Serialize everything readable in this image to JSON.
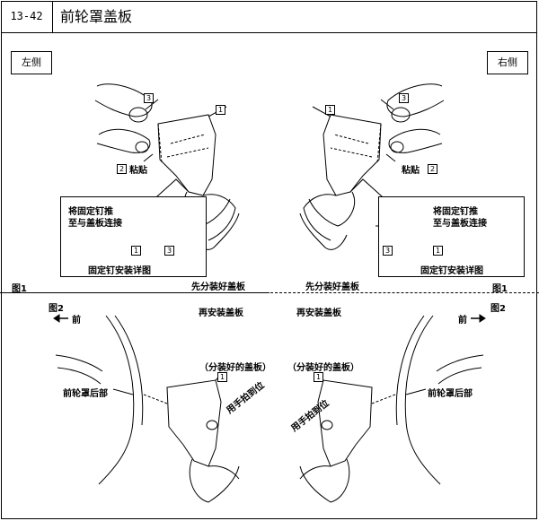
{
  "header": {
    "section_number": "13-42",
    "title": "前轮罩盖板"
  },
  "sides": {
    "left": "左侧",
    "right": "右侧"
  },
  "figure1": {
    "label": "图1",
    "paste_label": "粘贴",
    "detail_text_line1": "将固定钉推",
    "detail_text_line2": "至与盖板连接",
    "detail_caption": "固定钉安装详图",
    "step_caption": "先分装好盖板",
    "callouts": [
      "1",
      "2",
      "3"
    ]
  },
  "figure2": {
    "label": "图2",
    "front_label": "前",
    "step_caption": "再安装盖板",
    "subassembled_label": "（分装好的盖板）",
    "rear_label": "前轮罩后部",
    "tap_label": "用手拍到位",
    "callouts": [
      "1"
    ]
  },
  "colors": {
    "line": "#000000",
    "background": "#ffffff"
  }
}
